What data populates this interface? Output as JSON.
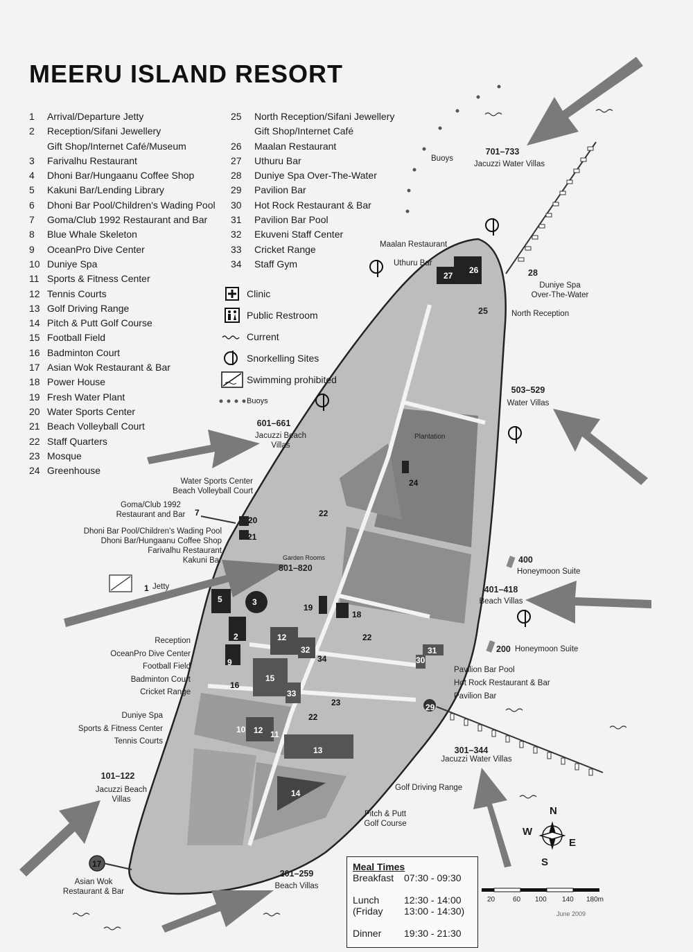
{
  "title": "MEERU ISLAND RESORT",
  "legend_left": [
    {
      "num": "1",
      "label": "Arrival/Departure Jetty"
    },
    {
      "num": "2",
      "label": "Reception/Sifani Jewellery"
    },
    {
      "num": "",
      "label": "Gift Shop/Internet Café/Museum"
    },
    {
      "num": "3",
      "label": "Farivalhu Restaurant"
    },
    {
      "num": "4",
      "label": "Dhoni Bar/Hungaanu Coffee Shop"
    },
    {
      "num": "5",
      "label": "Kakuni Bar/Lending Library"
    },
    {
      "num": "6",
      "label": "Dhoni Bar Pool/Children's Wading Pool"
    },
    {
      "num": "7",
      "label": "Goma/Club 1992 Restaurant and Bar"
    },
    {
      "num": "8",
      "label": "Blue Whale Skeleton"
    },
    {
      "num": "9",
      "label": "OceanPro Dive Center"
    },
    {
      "num": "10",
      "label": "Duniye Spa"
    },
    {
      "num": "11",
      "label": "Sports & Fitness Center"
    },
    {
      "num": "12",
      "label": "Tennis Courts"
    },
    {
      "num": "13",
      "label": "Golf Driving Range"
    },
    {
      "num": "14",
      "label": "Pitch & Putt Golf Course"
    },
    {
      "num": "15",
      "label": "Football Field"
    },
    {
      "num": "16",
      "label": "Badminton Court"
    },
    {
      "num": "17",
      "label": "Asian Wok Restaurant & Bar"
    },
    {
      "num": "18",
      "label": "Power House"
    },
    {
      "num": "19",
      "label": "Fresh Water Plant"
    },
    {
      "num": "20",
      "label": "Water Sports Center"
    },
    {
      "num": "21",
      "label": "Beach Volleyball Court"
    },
    {
      "num": "22",
      "label": "Staff Quarters"
    },
    {
      "num": "23",
      "label": "Mosque"
    },
    {
      "num": "24",
      "label": "Greenhouse"
    }
  ],
  "legend_right": [
    {
      "num": "25",
      "label": "North Reception/Sifani Jewellery"
    },
    {
      "num": "",
      "label": "Gift Shop/Internet Café"
    },
    {
      "num": "26",
      "label": "Maalan Restaurant"
    },
    {
      "num": "27",
      "label": "Uthuru Bar"
    },
    {
      "num": "28",
      "label": "Duniye Spa  Over-The-Water"
    },
    {
      "num": "29",
      "label": "Pavilion Bar"
    },
    {
      "num": "30",
      "label": "Hot Rock Restaurant & Bar"
    },
    {
      "num": "31",
      "label": "Pavilion Bar Pool"
    },
    {
      "num": "32",
      "label": "Ekuveni Staff Center"
    },
    {
      "num": "33",
      "label": "Cricket Range"
    },
    {
      "num": "34",
      "label": "Staff Gym"
    }
  ],
  "keys": [
    {
      "icon": "clinic-icon",
      "label": "Clinic"
    },
    {
      "icon": "restroom-icon",
      "label": "Public Restroom"
    },
    {
      "icon": "current-icon",
      "label": "Current"
    },
    {
      "icon": "snorkel-icon",
      "label": "Snorkelling  Sites"
    },
    {
      "icon": "no-swimming-icon",
      "label": "Swimming prohibited"
    },
    {
      "icon": "buoys-icon",
      "label": "Buoys"
    }
  ],
  "map_labels": {
    "villas_701": "701–733",
    "villas_701_sub": "Jacuzzi Water Villas",
    "buoys": "Buoys",
    "maalan": "Maalan Restaurant",
    "uthuru": "Uthuru Bar",
    "n28": "28",
    "duniye_water": "Duniye Spa\nOver-The-Water",
    "n25": "25",
    "north_reception": "North Reception",
    "villas_503": "503–529",
    "villas_503_sub": "Water Villas",
    "villas_601": "601–661",
    "villas_601_sub": "Jacuzzi Beach\nVillas",
    "plantation": "Plantation",
    "water_sports": "Water Sports Center\nBeach Volleyball Court",
    "goma": "Goma/Club 1992\nRestaurant and Bar",
    "dhoni_block": "Dhoni Bar Pool/Children's Wading Pool\nDhoni Bar/Hungaanu Coffee Shop\nFarivalhu Restaurant\nKakuni Bar",
    "jetty": "Jetty",
    "garden_rooms": "Garden Rooms",
    "villas_801": "801–820",
    "villas_400": "400",
    "honeymoon_400": "Honeymoon Suite",
    "villas_401": "401–418",
    "villas_401_sub": "Beach Villas",
    "villas_200": "200",
    "honeymoon_200": "Honeymoon Suite",
    "reception_block": "Reception\nOceanPro Dive Center\nFootball Field\nBadminton Court\nCricket Range",
    "pavilion_block": "Pavilion Bar Pool\nHot Rock Restaurant & Bar\nPavilion Bar",
    "duniye_block": "Duniye Spa\nSports & Fitness Center\nTennis Courts",
    "villas_301": "301–344",
    "villas_301_sub": "Jacuzzi Water Villas",
    "villas_101": "101–122",
    "villas_101_sub": "Jacuzzi Beach\nVillas",
    "golf_driving": "Golf Driving Range",
    "pitch_putt": "Pitch & Putt\nGolf Course",
    "asian_wok": "Asian Wok\nRestaurant & Bar",
    "villas_201": "201–259",
    "villas_201_sub": "Beach Villas"
  },
  "map_numbers": [
    "1",
    "2",
    "3",
    "5",
    "7",
    "9",
    "10",
    "11",
    "12",
    "12",
    "13",
    "14",
    "15",
    "16",
    "17",
    "18",
    "19",
    "20",
    "21",
    "22",
    "22",
    "22",
    "23",
    "24",
    "26",
    "27",
    "29",
    "30",
    "31",
    "32",
    "33",
    "34"
  ],
  "compass": {
    "n": "N",
    "s": "S",
    "e": "E",
    "w": "W"
  },
  "scale": {
    "ticks": [
      "20",
      "60",
      "100",
      "140",
      "180m"
    ],
    "date": "June 2009"
  },
  "meal_times": {
    "title": "Meal Times",
    "rows": [
      {
        "label": "Breakfast",
        "time": "07:30 - 09:30"
      },
      {
        "label": "Lunch",
        "time": "12:30 - 14:00"
      },
      {
        "label": "(Friday",
        "time": "13:00 - 14:30)"
      },
      {
        "label": "Dinner",
        "time": "19:30 - 21:30"
      }
    ]
  },
  "colors": {
    "island": "#b9b9b9",
    "land_dark": "#7d7d7d",
    "arrow": "#7a7a7a",
    "building": "#1a1a1a"
  }
}
